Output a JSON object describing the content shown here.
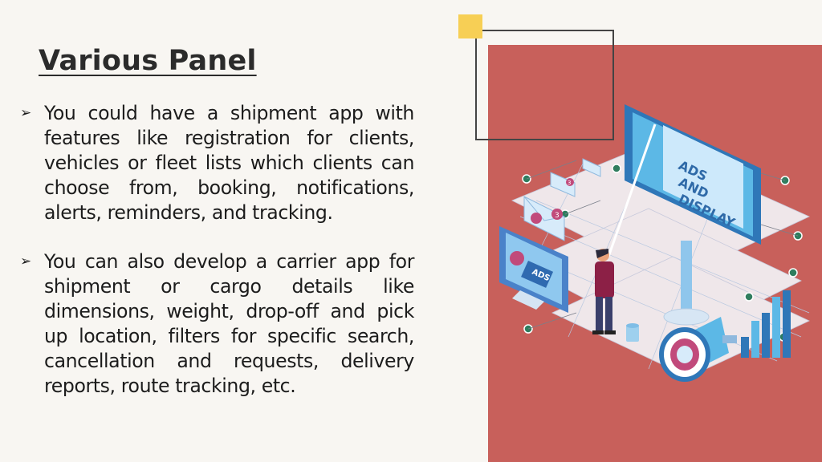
{
  "slide": {
    "title": "Various Panel",
    "bullets": [
      "You could have a shipment app with features like registration for clients, vehicles or fleet lists which clients can choose from, booking, notifications, alerts, reminders, and tracking.",
      "You can also develop a carrier app for shipment or cargo details like dimensions, weight, drop-off and pick up location, filters for specific search, cancellation and requests, delivery reports, route tracking, etc."
    ],
    "bullet_icon": "arrow-bullet-icon",
    "illustration": {
      "billboard_text": [
        "ADS",
        "AND",
        "DISPLAY"
      ],
      "monitor_text": "ADS",
      "email_badges": [
        "3",
        "3"
      ]
    },
    "colors": {
      "panel": "#c8605b",
      "accent": "#f7cf55",
      "billboard": "#5cb8e6",
      "text": "#1c1c1c"
    }
  }
}
